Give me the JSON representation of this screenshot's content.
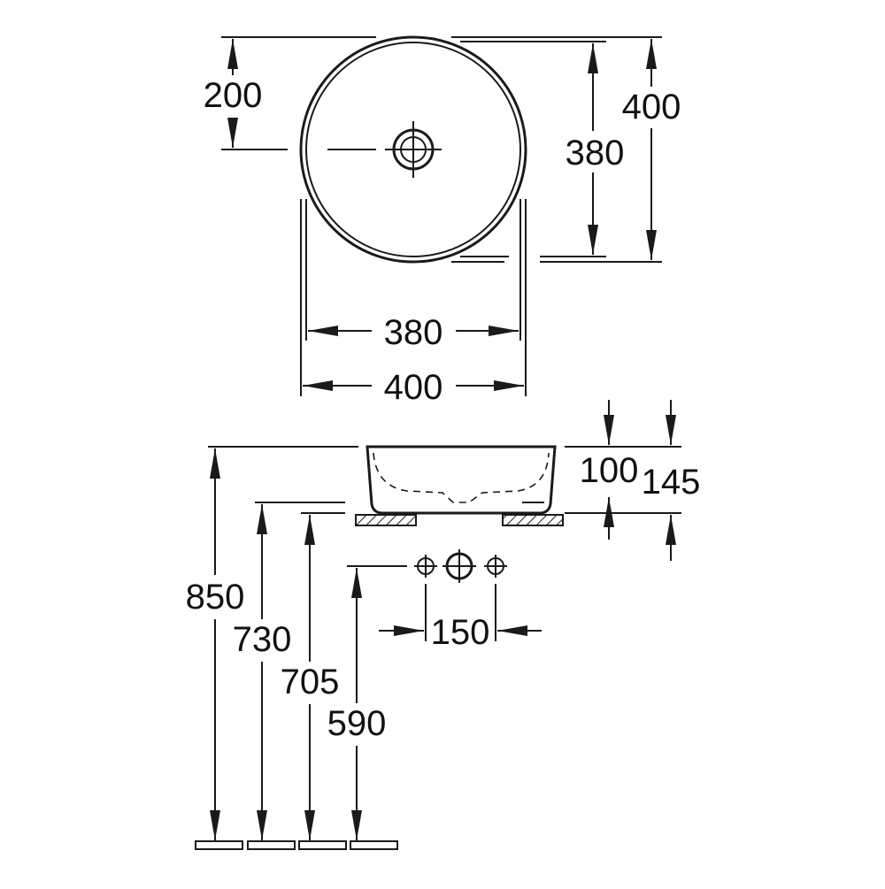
{
  "top_view": {
    "dim_drain_offset": "200",
    "dim_inner_depth": "380",
    "dim_outer_depth": "400",
    "dim_inner_width": "380",
    "dim_outer_width": "400"
  },
  "side_view": {
    "dim_bowl_height": "100",
    "dim_total_height": "145",
    "dim_rim_height": "850",
    "dim_counter_top": "730",
    "dim_counter_bottom": "705",
    "dim_tap_height": "590",
    "dim_tap_spacing": "150"
  }
}
